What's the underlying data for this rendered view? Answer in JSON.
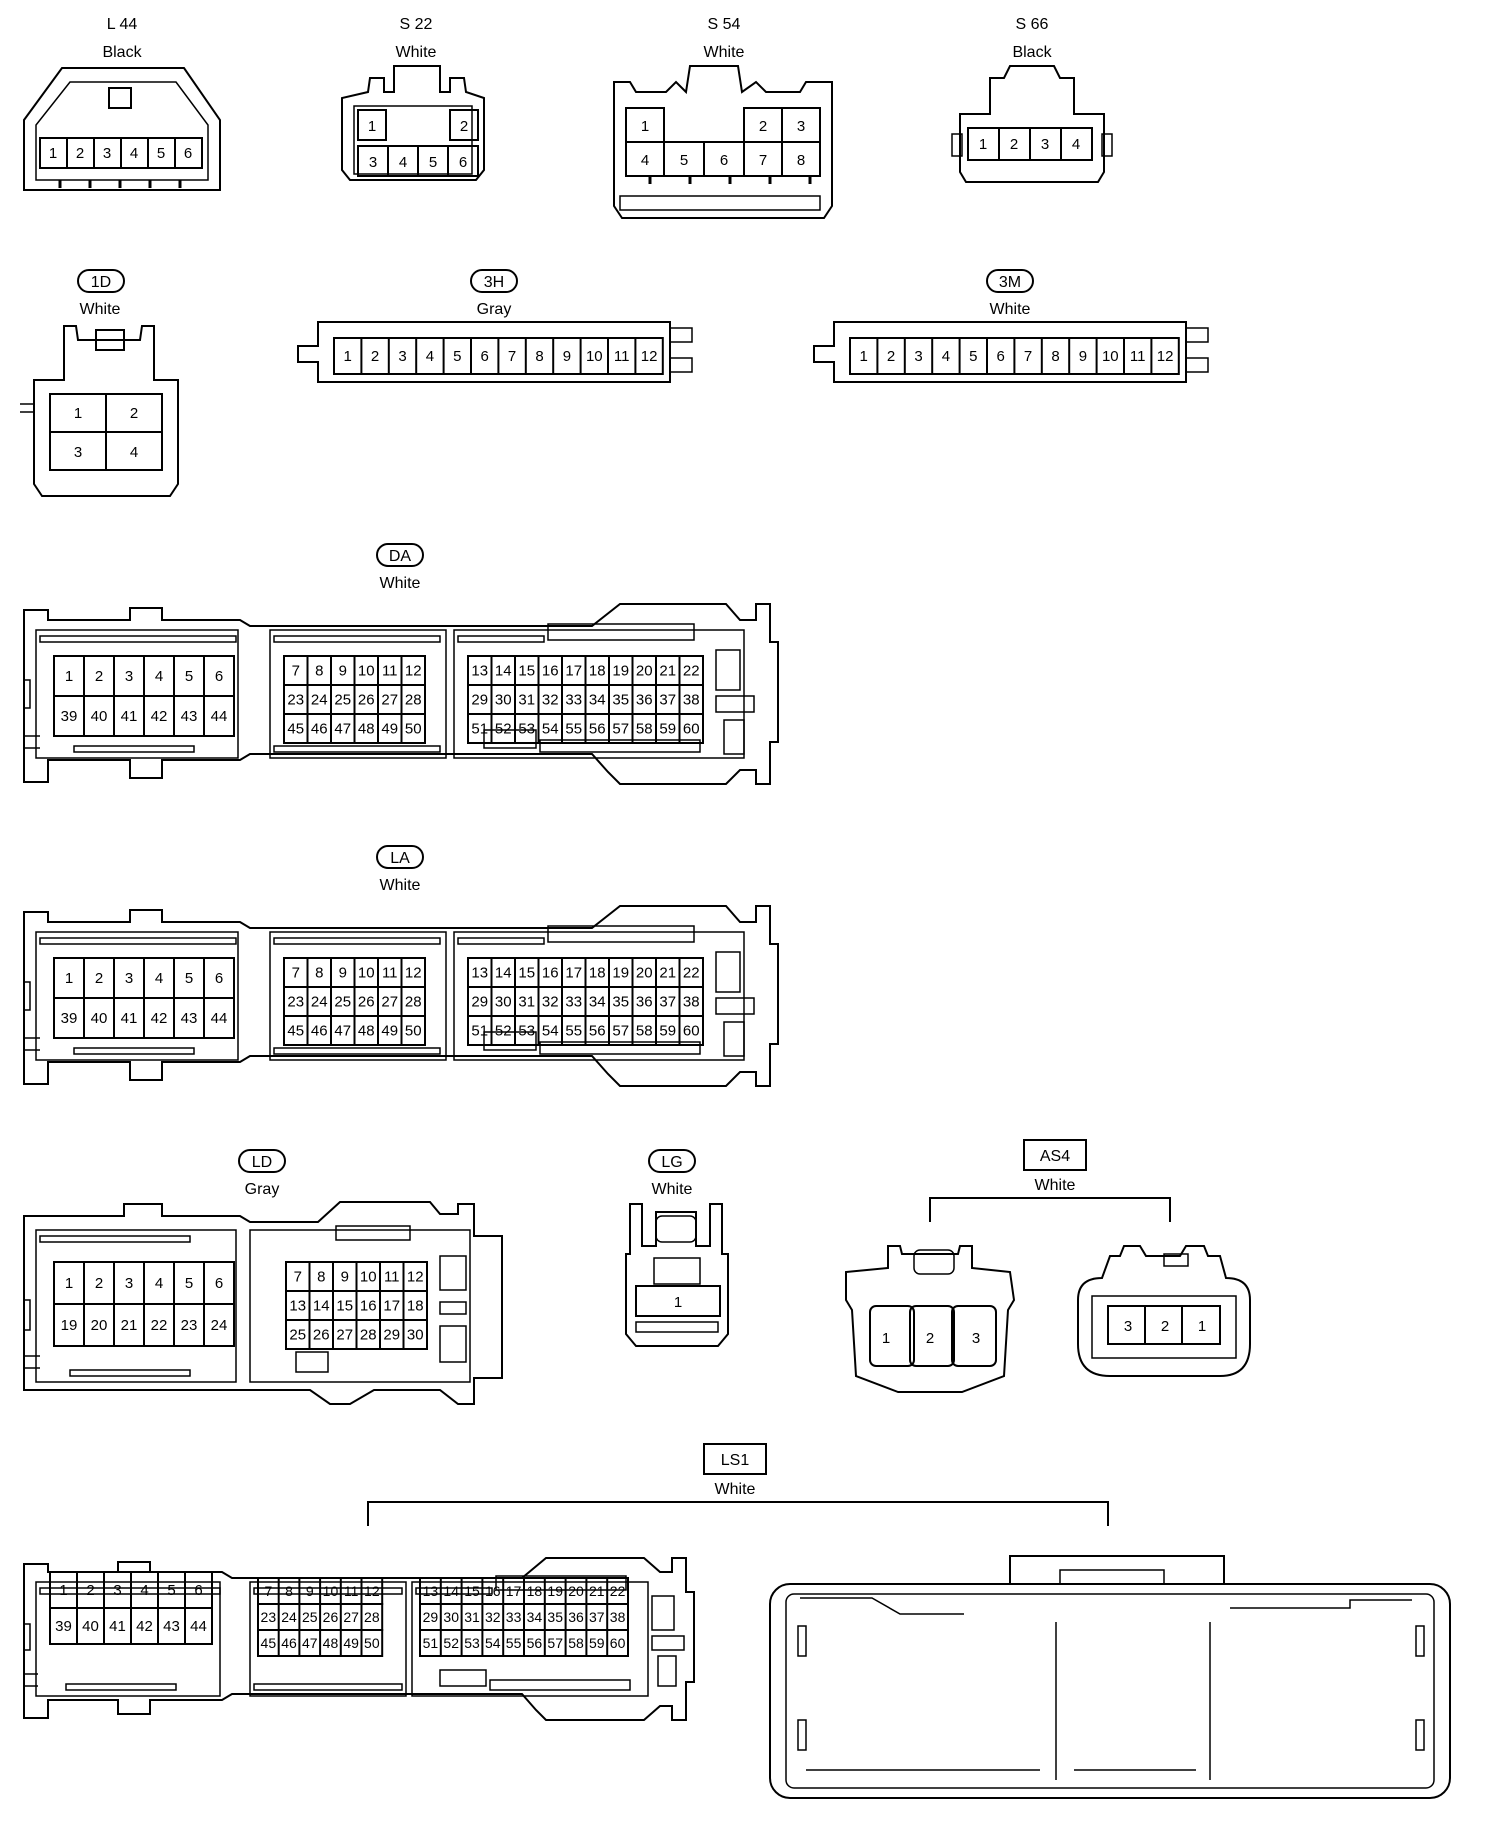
{
  "colors": {
    "line": "#000000",
    "background": "#ffffff"
  },
  "connectors": [
    {
      "id": "L44",
      "code": "L 44",
      "code_style": "plain",
      "color": "Black",
      "pins": [
        "1",
        "2",
        "3",
        "4",
        "5",
        "6"
      ]
    },
    {
      "id": "S22",
      "code": "S 22",
      "code_style": "plain",
      "color": "White",
      "pins": [
        "1",
        "2",
        "3",
        "4",
        "5",
        "6"
      ]
    },
    {
      "id": "S54",
      "code": "S 54",
      "code_style": "plain",
      "color": "White",
      "pins": [
        "1",
        "2",
        "3",
        "4",
        "5",
        "6",
        "7",
        "8"
      ]
    },
    {
      "id": "S66",
      "code": "S 66",
      "code_style": "plain",
      "color": "Black",
      "pins": [
        "1",
        "2",
        "3",
        "4"
      ]
    },
    {
      "id": "1D",
      "code": "1D",
      "code_style": "oval",
      "color": "White",
      "pins": [
        "1",
        "2",
        "3",
        "4"
      ]
    },
    {
      "id": "3H",
      "code": "3H",
      "code_style": "oval",
      "color": "Gray",
      "pins": [
        "1",
        "2",
        "3",
        "4",
        "5",
        "6",
        "7",
        "8",
        "9",
        "10",
        "11",
        "12"
      ]
    },
    {
      "id": "3M",
      "code": "3M",
      "code_style": "oval",
      "color": "White",
      "pins": [
        "1",
        "2",
        "3",
        "4",
        "5",
        "6",
        "7",
        "8",
        "9",
        "10",
        "11",
        "12"
      ]
    },
    {
      "id": "DA",
      "code": "DA",
      "code_style": "oval",
      "color": "White",
      "pins": [
        "1-6",
        "39-44",
        "7-12",
        "23-28",
        "45-50",
        "13-22",
        "29-38",
        "51-60"
      ]
    },
    {
      "id": "LA",
      "code": "LA",
      "code_style": "oval",
      "color": "White",
      "pins": [
        "1-6",
        "39-44",
        "7-12",
        "23-28",
        "45-50",
        "13-22",
        "29-38",
        "51-60"
      ]
    },
    {
      "id": "LD",
      "code": "LD",
      "code_style": "oval",
      "color": "Gray",
      "pins": [
        "1-6",
        "19-24",
        "7-12",
        "13-18",
        "25-30"
      ]
    },
    {
      "id": "LG",
      "code": "LG",
      "code_style": "oval",
      "color": "White",
      "pins": [
        "1"
      ]
    },
    {
      "id": "AS4",
      "code": "AS4",
      "code_style": "box",
      "color": "White",
      "pins": [
        "1",
        "2",
        "3"
      ]
    },
    {
      "id": "LS1",
      "code": "LS1",
      "code_style": "box",
      "color": "White",
      "pins": [
        "1-60"
      ]
    }
  ]
}
